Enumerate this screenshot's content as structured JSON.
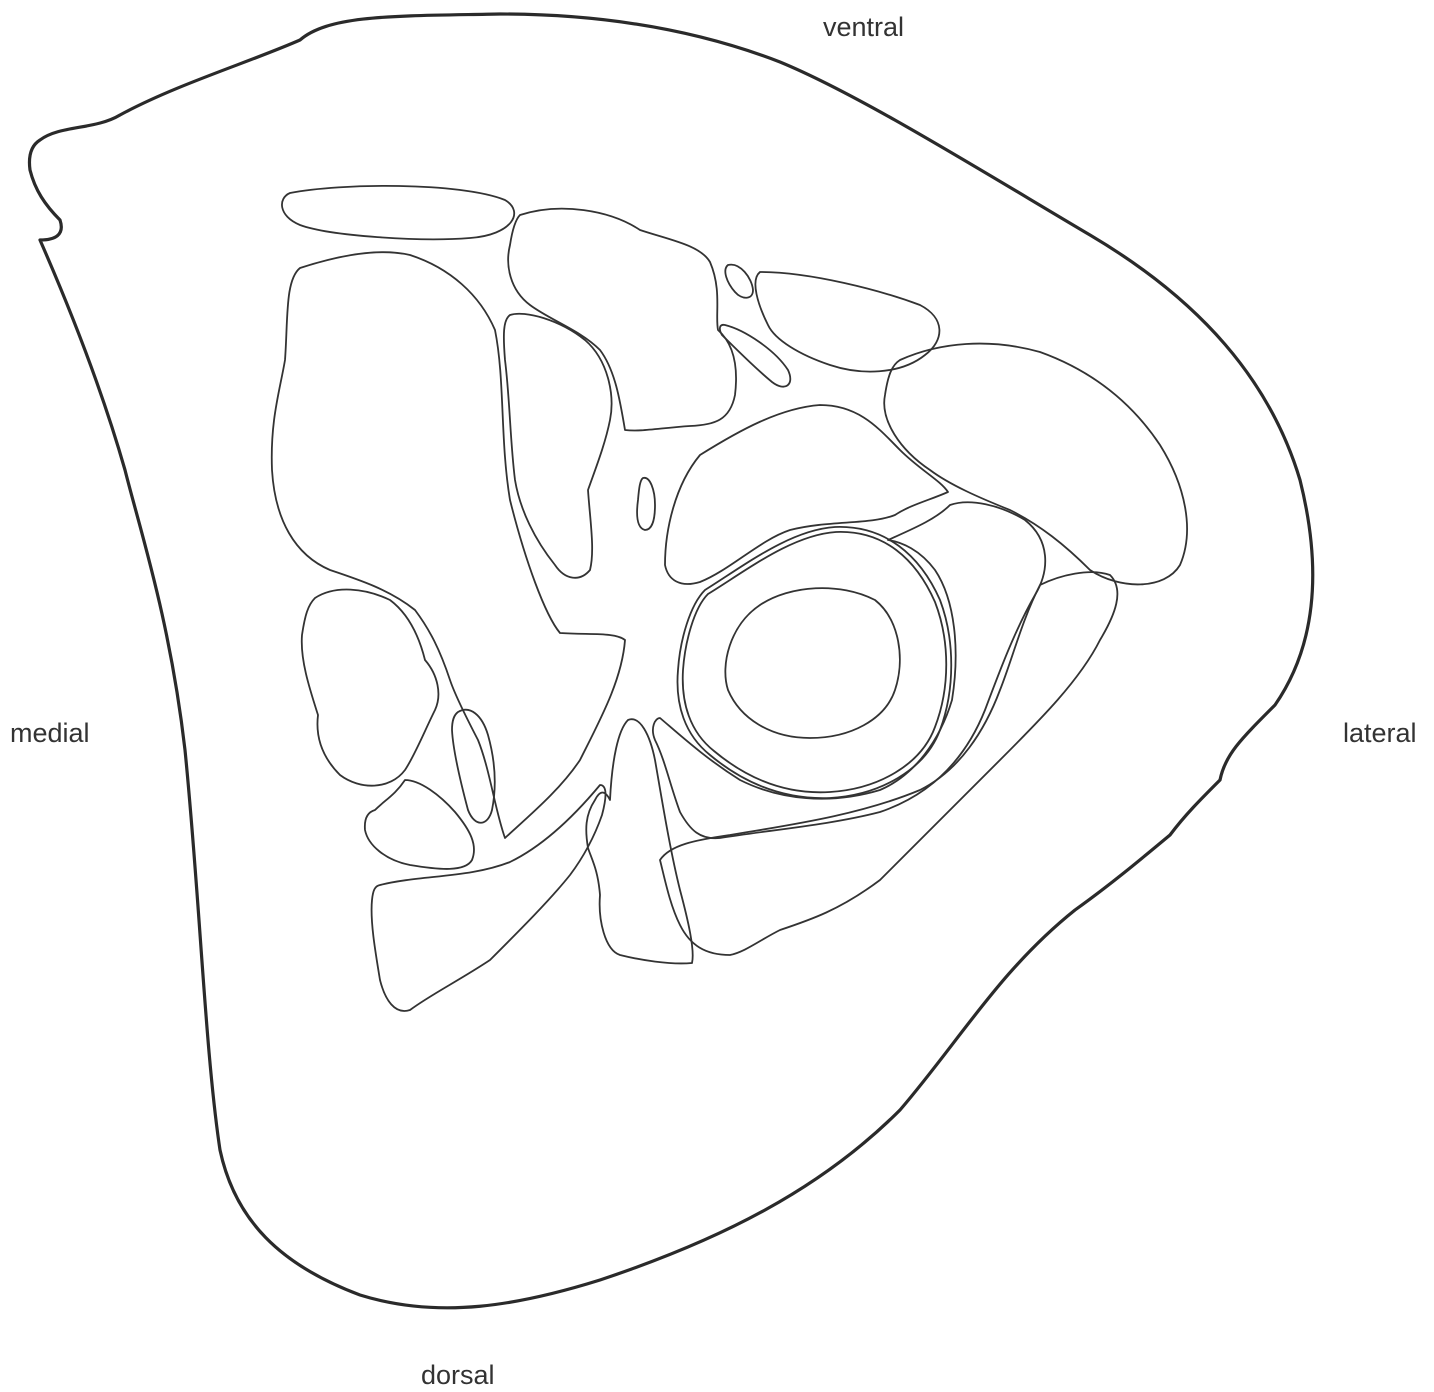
{
  "orientation_labels": {
    "ventral": "ventral",
    "medial": "medial",
    "lateral": "lateral",
    "dorsal": "dorsal"
  },
  "colors": {
    "background": "#ffffff",
    "outline": "#2a2a2a",
    "structures": "#333333",
    "labels": "#333333"
  }
}
